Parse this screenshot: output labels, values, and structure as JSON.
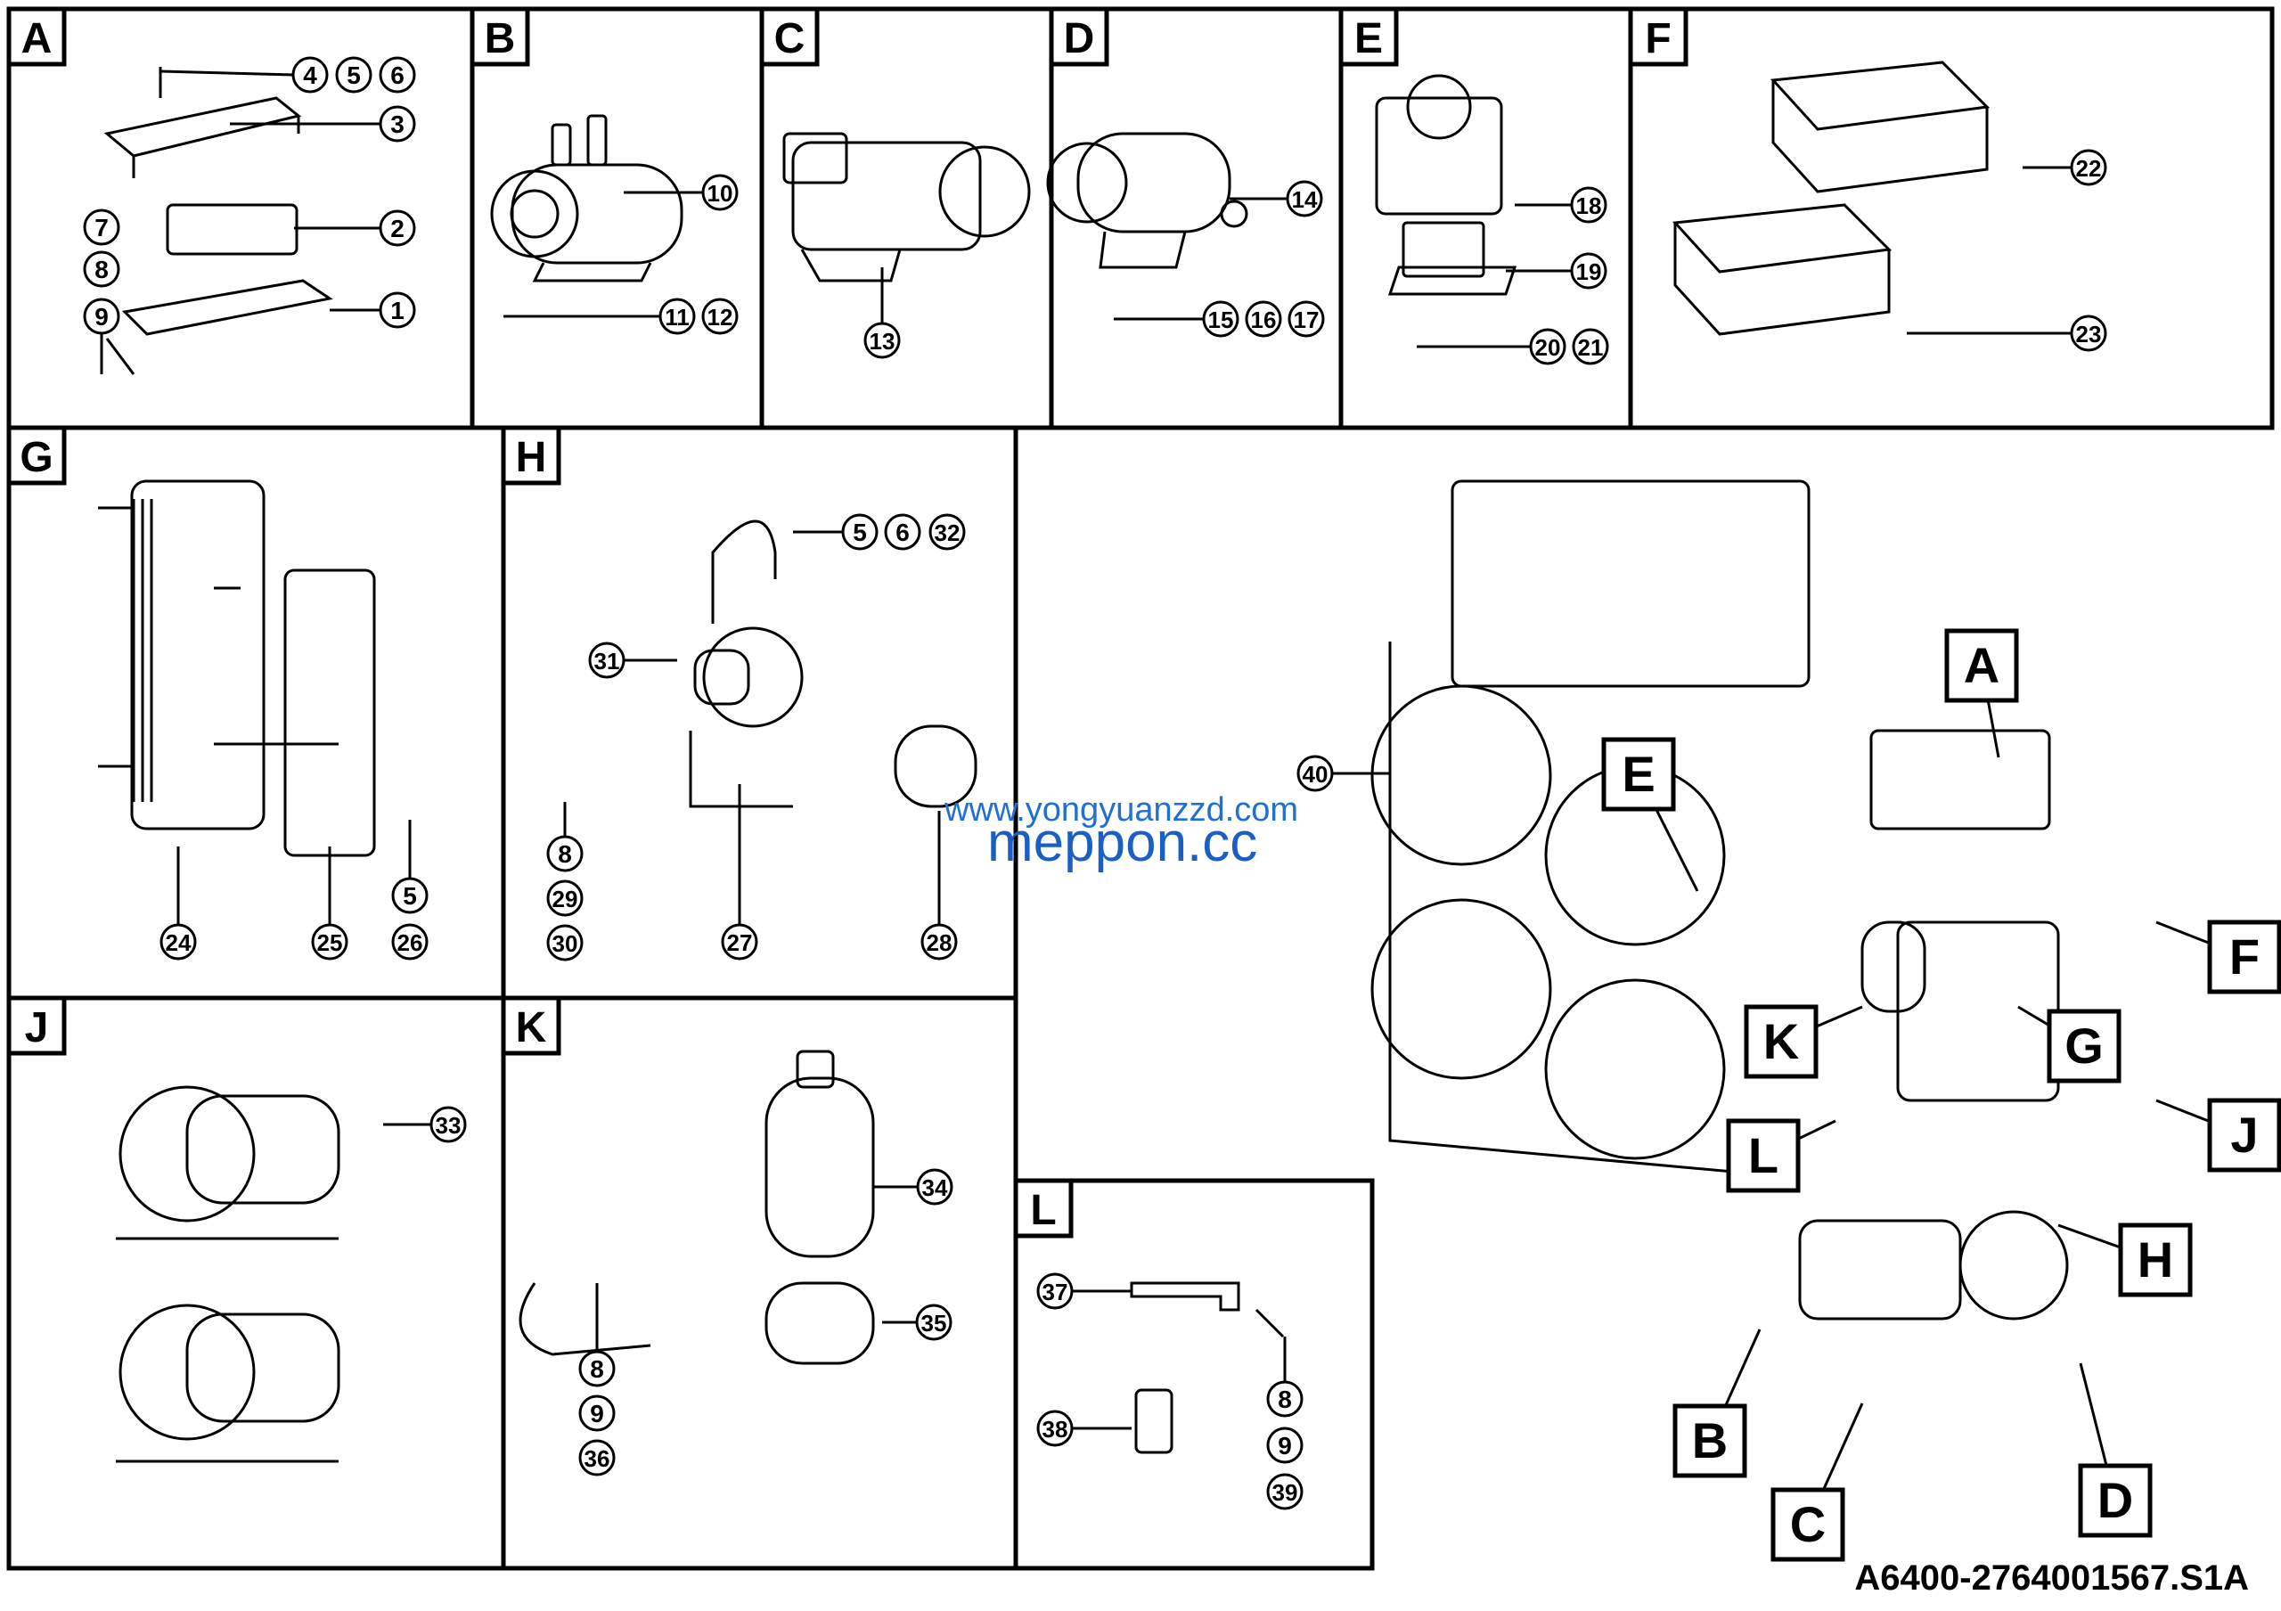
{
  "panels": [
    {
      "letter": "A",
      "callouts": [
        "4",
        "5",
        "6",
        "3",
        "2",
        "1",
        "7",
        "8",
        "9"
      ]
    },
    {
      "letter": "B",
      "callouts": [
        "10",
        "11",
        "12"
      ]
    },
    {
      "letter": "C",
      "callouts": [
        "13"
      ]
    },
    {
      "letter": "D",
      "callouts": [
        "14",
        "15",
        "16",
        "17"
      ]
    },
    {
      "letter": "E",
      "callouts": [
        "18",
        "19",
        "20",
        "21"
      ]
    },
    {
      "letter": "F",
      "callouts": [
        "22",
        "23"
      ]
    },
    {
      "letter": "G",
      "callouts": [
        "24",
        "25",
        "5",
        "26"
      ]
    },
    {
      "letter": "H",
      "callouts": [
        "5",
        "6",
        "32",
        "31",
        "8",
        "29",
        "30",
        "27",
        "28"
      ]
    },
    {
      "letter": "J",
      "callouts": [
        "33"
      ]
    },
    {
      "letter": "K",
      "callouts": [
        "34",
        "35",
        "8",
        "9",
        "36"
      ]
    },
    {
      "letter": "L",
      "callouts": [
        "37",
        "38",
        "8",
        "9",
        "39"
      ]
    }
  ],
  "main_view": {
    "callout": "40",
    "labels": [
      "A",
      "E",
      "F",
      "K",
      "G",
      "J",
      "L",
      "H",
      "B",
      "C",
      "D"
    ]
  },
  "watermark": {
    "line1": "www.yongyuanzzd.com",
    "line2": "meppon.cc"
  },
  "drawing_code": "A6400-2764001567.S1A"
}
